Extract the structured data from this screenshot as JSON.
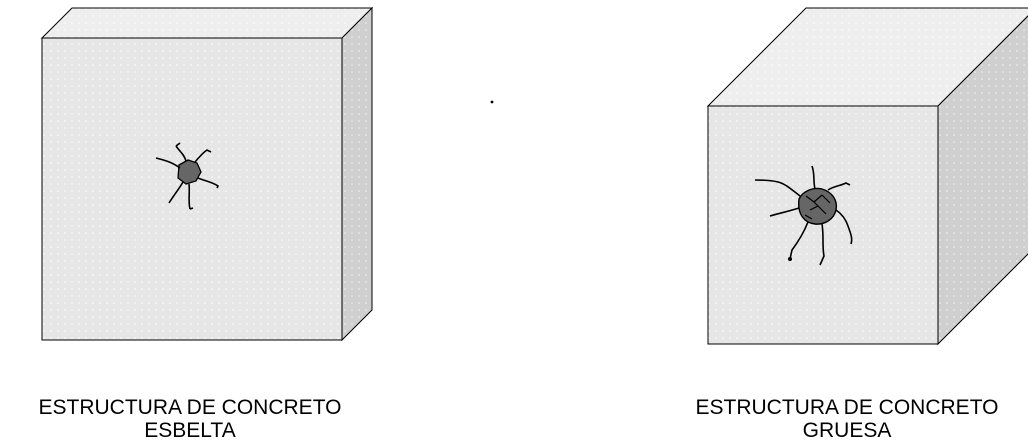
{
  "blocks": [
    {
      "id": "slender",
      "caption_line1": "ESTRUCTURA DE CONCRETO",
      "caption_line2": "ESBELTA"
    },
    {
      "id": "thick",
      "caption_line1": "ESTRUCTURA DE CONCRETO",
      "caption_line2": "GRUESA"
    }
  ],
  "colors": {
    "front_face": "#e6e6e6",
    "top_face": "#eeeeee",
    "side_face": "#cfcfcf",
    "dots": "#ffffff",
    "crack_core": "#666666",
    "outline": "#000000"
  }
}
